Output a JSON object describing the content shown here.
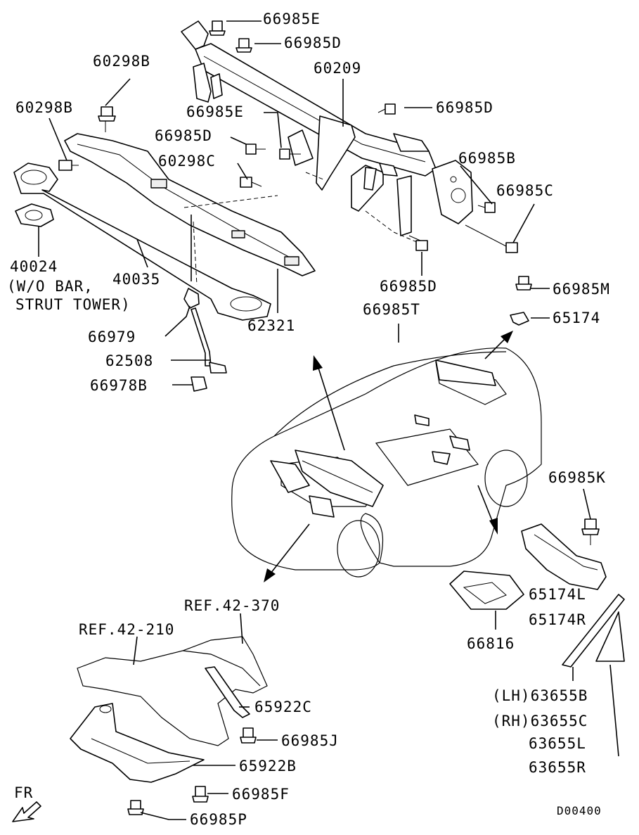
{
  "labels": {
    "p66985E_top": "66985E",
    "p66985D_top": "66985D",
    "p60298B_a": "60298B",
    "p60209": "60209",
    "p60298B_b": "60298B",
    "p66985E_mid": "66985E",
    "p66985D_right": "66985D",
    "p66985D_left": "66985D",
    "p60298C": "60298C",
    "p66985B": "66985B",
    "p66985C": "66985C",
    "p40024": "40024",
    "p40035": "40035",
    "note_wo_bar": "(W/O BAR,",
    "note_strut": "STRUT TOWER)",
    "p66985D_low": "66985D",
    "p66985M": "66985M",
    "p66985T": "66985T",
    "p65174": "65174",
    "p66979": "66979",
    "p62321": "62321",
    "p62508": "62508",
    "p66978B": "66978B",
    "p66985K": "66985K",
    "p65174L": "65174L",
    "p65174R": "65174R",
    "p66816": "66816",
    "ref_370": "REF.42-370",
    "ref_210": "REF.42-210",
    "p65922C": "65922C",
    "p66985J": "66985J",
    "p65922B": "65922B",
    "p66985F": "66985F",
    "p66985P": "66985P",
    "p63655B": "(LH)63655B",
    "p63655C": "(RH)63655C",
    "p63655L": "63655L",
    "p63655R": "63655R",
    "fr": "FR",
    "diagram_id": "D00400"
  },
  "colors": {
    "ink": "#000000",
    "paper": "#ffffff",
    "fill": "#eeeeee"
  },
  "icons": {
    "front_arrow": "fr-arrow-icon",
    "fastener": "bolt-icon"
  }
}
